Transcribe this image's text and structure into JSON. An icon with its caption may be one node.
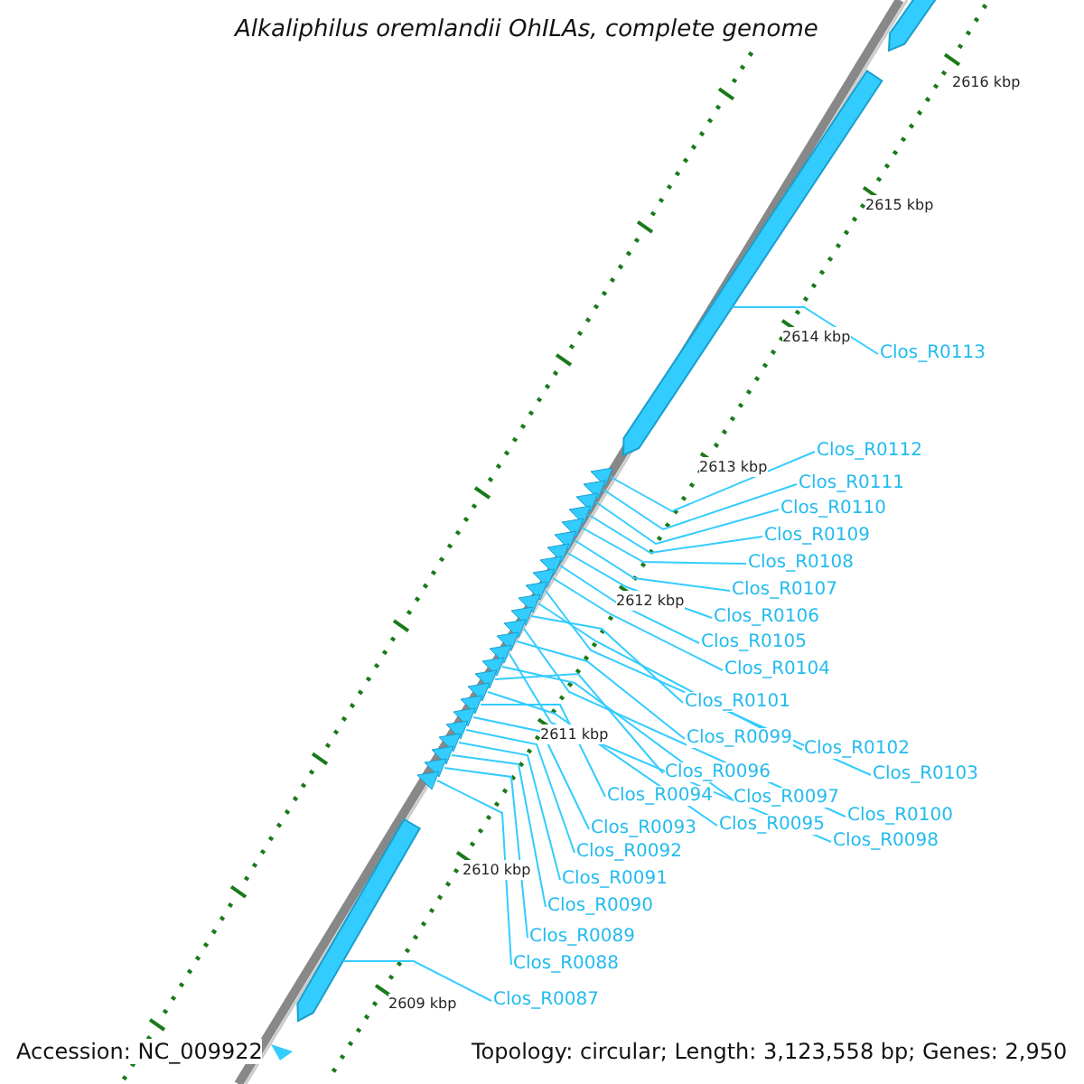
{
  "diagram": {
    "title": "Alkaliphilus oremlandii OhILAs, complete genome",
    "nodes": [
      {
        "text": [
          "Clos_R0113"
        ]
      },
      {
        "text": [
          "Clos_R0112"
        ]
      },
      {
        "text": [
          "Clos_R0111"
        ]
      },
      {
        "text": [
          "Clos_R0110"
        ]
      },
      {
        "text": [
          "Clos_R0109"
        ]
      },
      {
        "text": [
          "Clos_R0108"
        ]
      },
      {
        "text": [
          "Clos_R0107"
        ]
      },
      {
        "text": [
          "Clos_R0106"
        ]
      },
      {
        "text": [
          "Clos_R0105"
        ]
      },
      {
        "text": [
          "Clos_R0104"
        ]
      },
      {
        "text": [
          "Clos_R0101"
        ]
      },
      {
        "text": [
          "Clos_R0099"
        ]
      },
      {
        "text": [
          "Clos_R0102"
        ]
      },
      {
        "text": [
          "Clos_R0096"
        ]
      },
      {
        "text": [
          "Clos_R0103"
        ]
      },
      {
        "text": [
          "Clos_R0094"
        ]
      },
      {
        "text": [
          "Clos_R0097"
        ]
      },
      {
        "text": [
          "Clos_R0100"
        ]
      },
      {
        "text": [
          "Clos_R0095"
        ]
      },
      {
        "text": [
          "Clos_R0093"
        ]
      },
      {
        "text": [
          "Clos_R0098"
        ]
      },
      {
        "text": [
          "Clos_R0092"
        ]
      },
      {
        "text": [
          "Clos_R0091"
        ]
      },
      {
        "text": [
          "Clos_R0090"
        ]
      },
      {
        "text": [
          "Clos_R0089"
        ]
      },
      {
        "text": [
          "Clos_R0088"
        ]
      },
      {
        "text": [
          "Clos_R0087"
        ]
      },
      {
        "text": [],
        "shape": "arrow"
      },
      {
        "text": [],
        "shape": "triangle"
      },
      {
        "text": [],
        "shape": "triangle"
      },
      {
        "text": [],
        "shape": "triangle"
      },
      {
        "text": [],
        "shape": "triangle"
      },
      {
        "text": [],
        "shape": "triangle"
      },
      {
        "text": [],
        "shape": "triangle"
      },
      {
        "text": [],
        "shape": "triangle"
      },
      {
        "text": [],
        "shape": "triangle"
      },
      {
        "text": [],
        "shape": "triangle"
      },
      {
        "text": [],
        "shape": "triangle"
      },
      {
        "text": [],
        "shape": "triangle"
      },
      {
        "text": [],
        "shape": "triangle"
      },
      {
        "text": [],
        "shape": "triangle"
      },
      {
        "text": [],
        "shape": "triangle"
      },
      {
        "text": [],
        "shape": "triangle"
      },
      {
        "text": [],
        "shape": "triangle"
      },
      {
        "text": [],
        "shape": "triangle"
      },
      {
        "text": [],
        "shape": "triangle"
      },
      {
        "text": [],
        "shape": "triangle"
      },
      {
        "text": [],
        "shape": "triangle"
      },
      {
        "text": [],
        "shape": "triangle"
      },
      {
        "text": [],
        "shape": "triangle"
      },
      {
        "text": [],
        "shape": "triangle"
      },
      {
        "text": [],
        "shape": "triangle"
      },
      {
        "text": [],
        "shape": "triangle"
      },
      {
        "text": [],
        "shape": "arrow"
      }
    ],
    "edges": [
      {
        "from": 0,
        "to": 27,
        "arrow": "none"
      },
      {
        "from": 1,
        "to": 28,
        "arrow": "none"
      },
      {
        "from": 2,
        "to": 29,
        "arrow": "none"
      },
      {
        "from": 3,
        "to": 30,
        "arrow": "none"
      },
      {
        "from": 4,
        "to": 31,
        "arrow": "none"
      },
      {
        "from": 5,
        "to": 32,
        "arrow": "none"
      },
      {
        "from": 6,
        "to": 33,
        "arrow": "none"
      },
      {
        "from": 7,
        "to": 34,
        "arrow": "none"
      },
      {
        "from": 8,
        "to": 35,
        "arrow": "none"
      },
      {
        "from": 9,
        "to": 36,
        "arrow": "none"
      },
      {
        "from": 10,
        "to": 39,
        "arrow": "none"
      },
      {
        "from": 11,
        "to": 41,
        "arrow": "none"
      },
      {
        "from": 12,
        "to": 38,
        "arrow": "none"
      },
      {
        "from": 13,
        "to": 44,
        "arrow": "none"
      },
      {
        "from": 14,
        "to": 37,
        "arrow": "none"
      },
      {
        "from": 15,
        "to": 46,
        "arrow": "none"
      },
      {
        "from": 16,
        "to": 43,
        "arrow": "none"
      },
      {
        "from": 17,
        "to": 40,
        "arrow": "none"
      },
      {
        "from": 18,
        "to": 45,
        "arrow": "none"
      },
      {
        "from": 19,
        "to": 47,
        "arrow": "none"
      },
      {
        "from": 20,
        "to": 42,
        "arrow": "none"
      },
      {
        "from": 21,
        "to": 48,
        "arrow": "none"
      },
      {
        "from": 22,
        "to": 49,
        "arrow": "none"
      },
      {
        "from": 23,
        "to": 50,
        "arrow": "none"
      },
      {
        "from": 24,
        "to": 51,
        "arrow": "none"
      },
      {
        "from": 25,
        "to": 52,
        "arrow": "none"
      },
      {
        "from": 26,
        "to": 53,
        "arrow": "none"
      }
    ],
    "labels": [
      "2616 kbp",
      "2615 kbp",
      "2614 kbp",
      "2613 kbp",
      "2612 kbp",
      "2611 kbp",
      "2610 kbp",
      "2609 kbp",
      "Accession: NC_009922",
      "Topology: circular; Length: 3,123,558 bp; Genes: 2,950"
    ]
  }
}
